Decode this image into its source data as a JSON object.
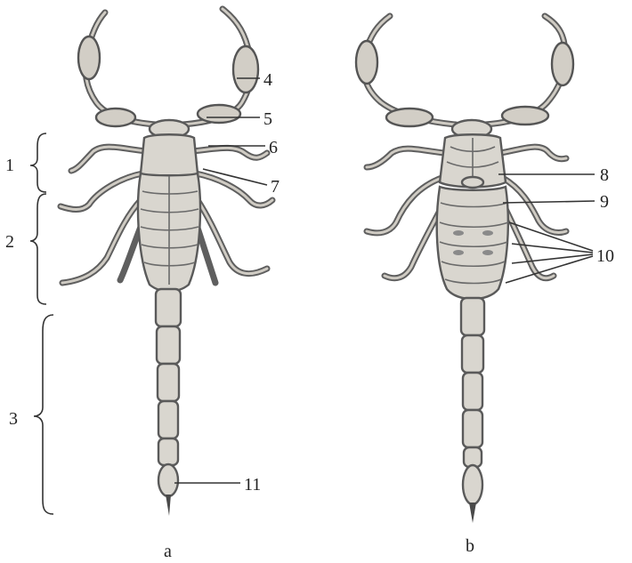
{
  "panels": [
    {
      "id": "a",
      "label": "a",
      "view": "dorsal"
    },
    {
      "id": "b",
      "label": "b",
      "view": "ventral"
    }
  ],
  "region_labels": [
    "1",
    "2",
    "3"
  ],
  "part_labels_a": [
    "4",
    "5",
    "6",
    "7",
    "11"
  ],
  "part_labels_b": [
    "8",
    "9",
    "10"
  ],
  "colors": {
    "body_fill": "#d9d6cf",
    "outline": "#5a5a5a",
    "ink": "#222222",
    "background": "#ffffff"
  }
}
